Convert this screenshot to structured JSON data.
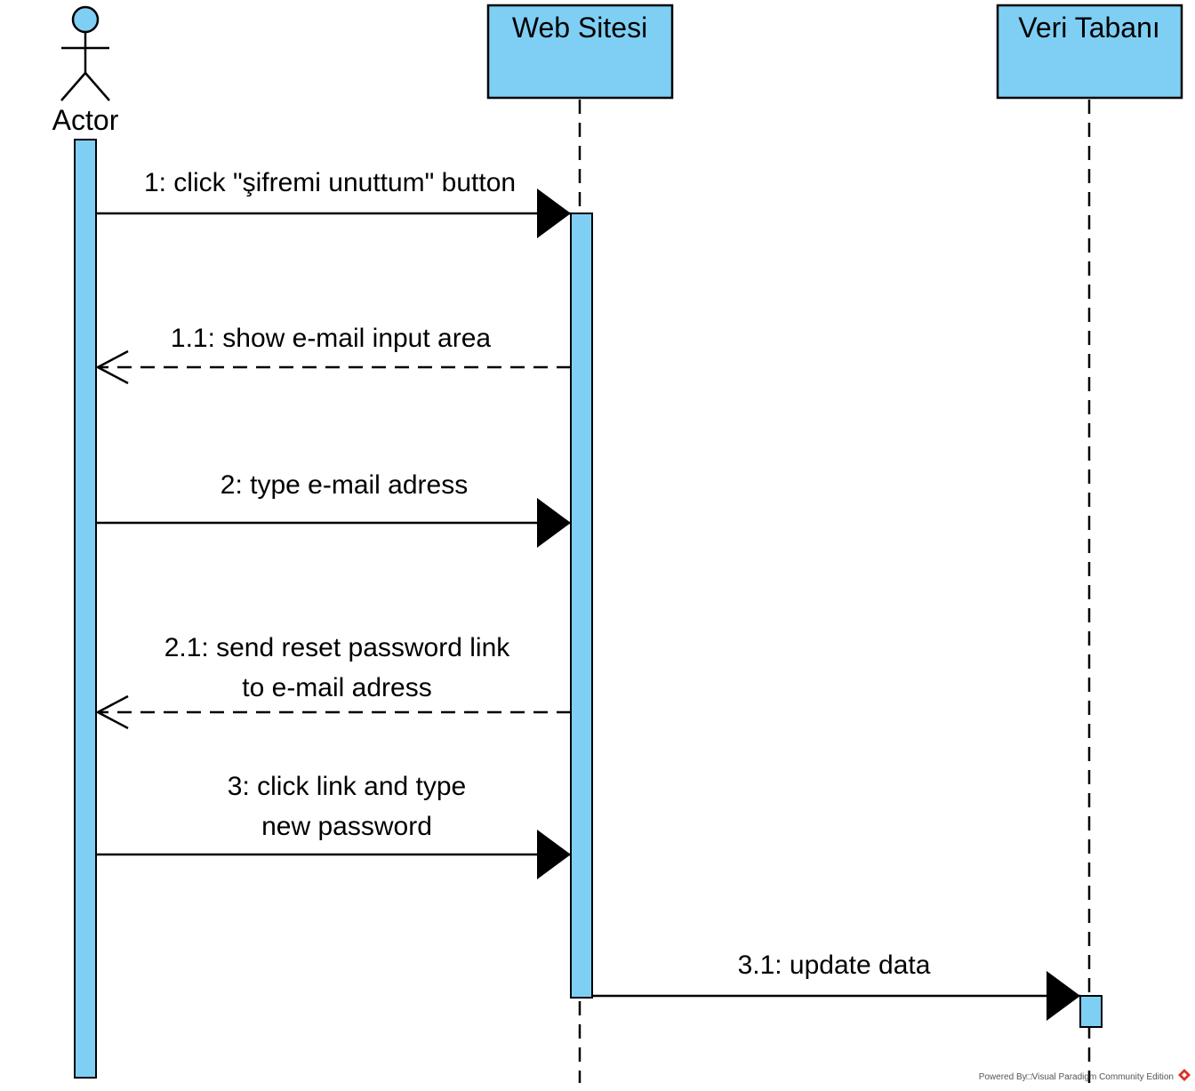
{
  "colors": {
    "fill": "#7FCFF4",
    "stroke": "#000000",
    "background": "#ffffff"
  },
  "actor": {
    "label": "Actor"
  },
  "lifelines": [
    {
      "id": "web",
      "label": "Web Sitesi"
    },
    {
      "id": "db",
      "label": "Veri Tabanı"
    }
  ],
  "messages": [
    {
      "id": "m1",
      "lines": [
        "1: click \"şifremi unuttum\" button"
      ],
      "type": "sync"
    },
    {
      "id": "m11",
      "lines": [
        "1.1: show e-mail input area"
      ],
      "type": "return"
    },
    {
      "id": "m2",
      "lines": [
        "2: type e-mail adress"
      ],
      "type": "sync"
    },
    {
      "id": "m21",
      "lines": [
        "2.1: send reset password link",
        "to e-mail adress"
      ],
      "type": "return"
    },
    {
      "id": "m3",
      "lines": [
        "3: click link and type",
        "new password"
      ],
      "type": "sync"
    },
    {
      "id": "m31",
      "lines": [
        "3.1: update data"
      ],
      "type": "sync"
    }
  ],
  "footer": {
    "text": "Powered By□Visual Paradigm Community Edition"
  },
  "icons": {
    "footer_logo": "visual-paradigm-logo-icon"
  }
}
